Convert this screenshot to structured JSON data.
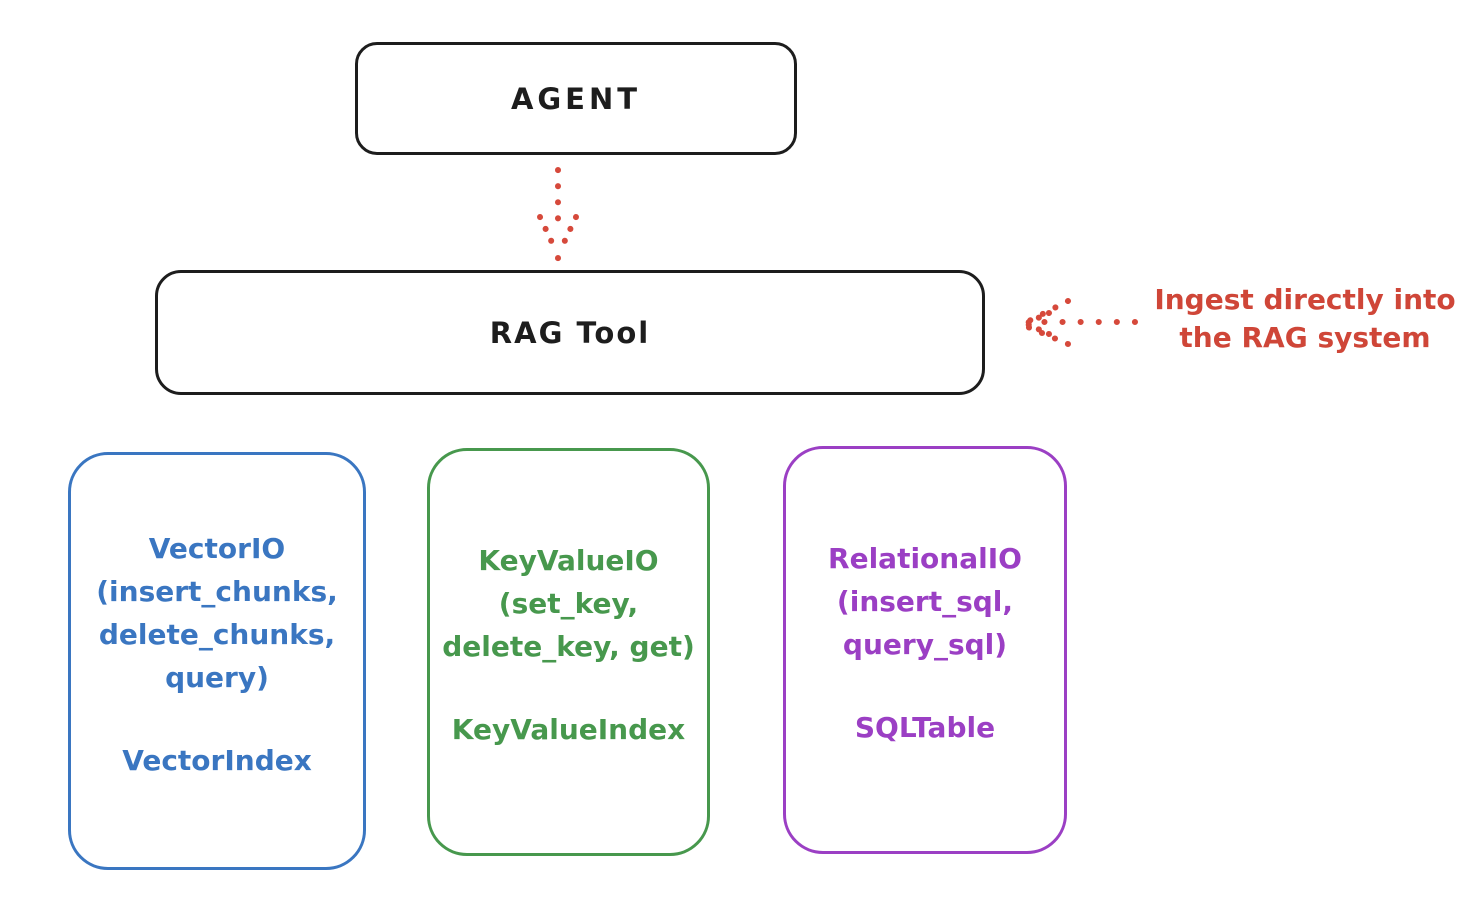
{
  "colors": {
    "stroke_black": "#1d1d1d",
    "accent_red": "#cf4638",
    "vector_blue": "#3a76c1",
    "keyvalue_green": "#47984d",
    "relational_purple": "#9b3fc4",
    "background": "#ffffff"
  },
  "nodes": {
    "agent": {
      "label": "AGENT"
    },
    "rag_tool": {
      "label": "RAG Tool"
    },
    "vector_io": {
      "lines": [
        "VectorIO",
        "(insert_chunks,",
        "delete_chunks,",
        "query)"
      ],
      "index_label": "VectorIndex",
      "color": "#3a76c1"
    },
    "keyvalue_io": {
      "lines": [
        "KeyValueIO",
        "(set_key,",
        "delete_key, get)"
      ],
      "index_label": "KeyValueIndex",
      "color": "#47984d"
    },
    "relational_io": {
      "lines": [
        "RelationalIO",
        "(insert_sql,",
        "query_sql)"
      ],
      "index_label": "SQLTable",
      "color": "#9b3fc4"
    }
  },
  "annotation": {
    "line1": "Ingest directly into",
    "line2": "the RAG system",
    "color": "#cf4638"
  }
}
